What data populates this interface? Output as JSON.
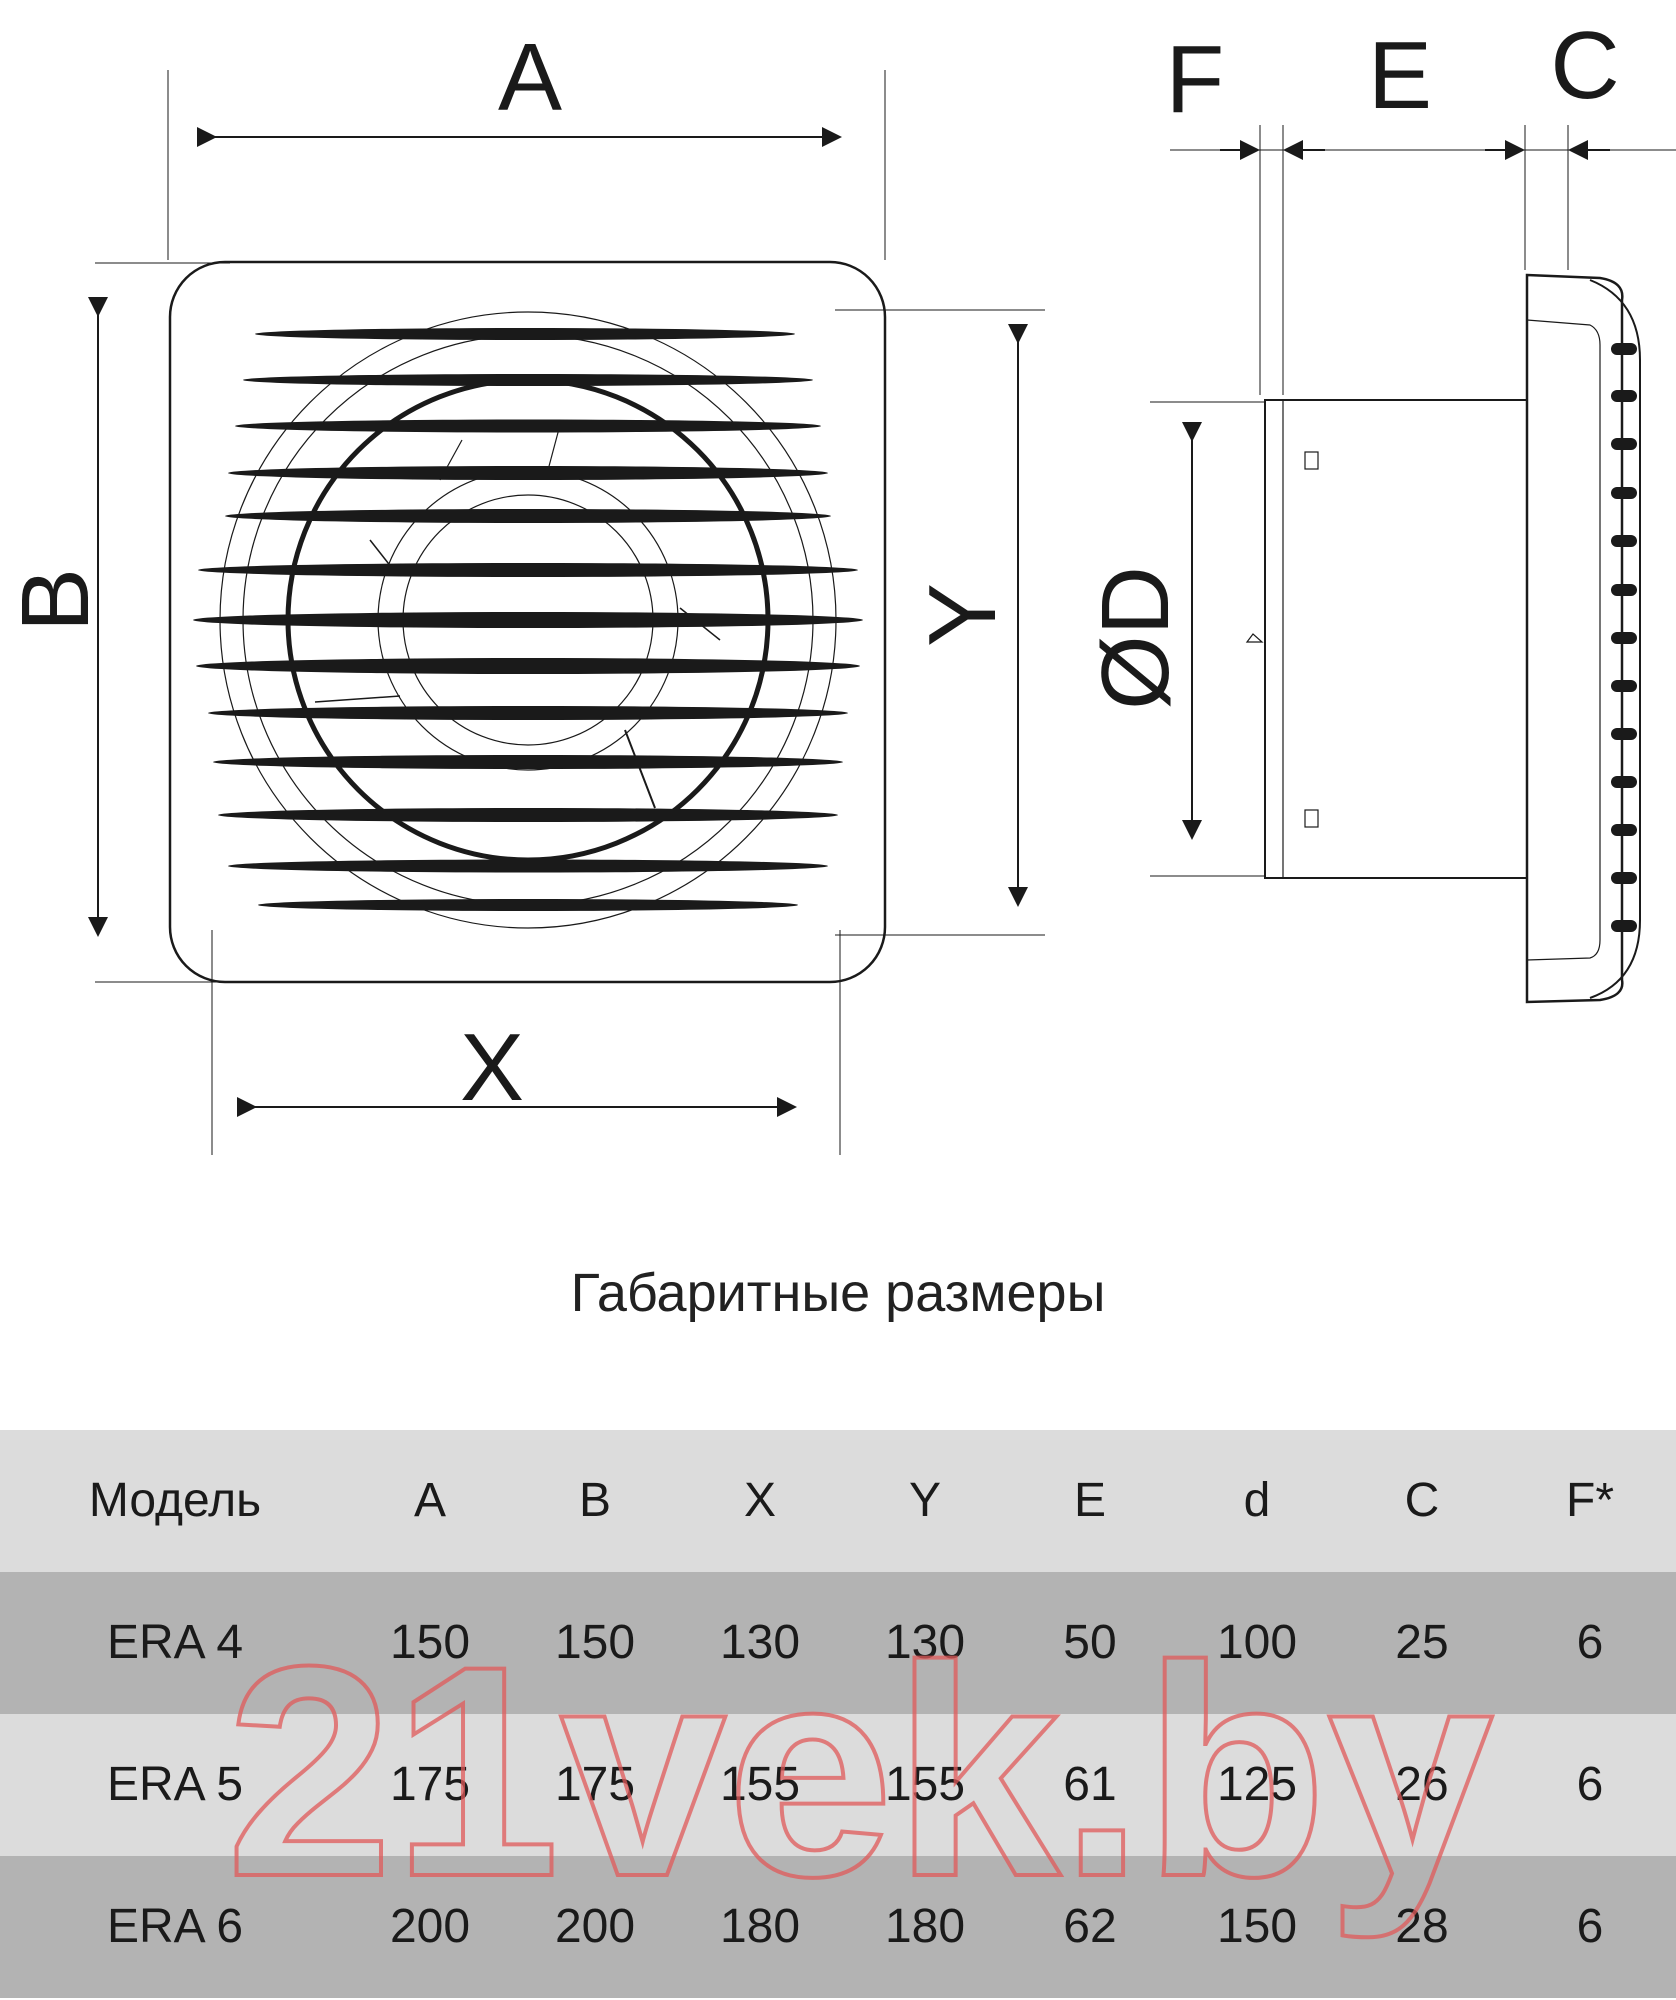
{
  "drawing": {
    "dimension_labels": {
      "A": "A",
      "B": "B",
      "X": "X",
      "Y": "Y",
      "D": "ØD",
      "F": "F",
      "E": "E",
      "C": "C"
    }
  },
  "caption": "Габаритные размеры",
  "table": {
    "headers": [
      "Модель",
      "A",
      "B",
      "X",
      "Y",
      "E",
      "d",
      "C",
      "F*"
    ],
    "rows": [
      [
        "ERA 4",
        "150",
        "150",
        "130",
        "130",
        "50",
        "100",
        "25",
        "6"
      ],
      [
        "ERA 5",
        "175",
        "175",
        "155",
        "155",
        "61",
        "125",
        "26",
        "6"
      ],
      [
        "ERA 6",
        "200",
        "200",
        "180",
        "180",
        "62",
        "150",
        "28",
        "6"
      ]
    ]
  },
  "watermark": "21vek.by",
  "colors": {
    "header_bg": "#dcdcdc",
    "row_dark": "#b3b3b3",
    "row_light": "#dcdcdc",
    "line": "#1a1a1a",
    "watermark": "#e05a5a"
  }
}
